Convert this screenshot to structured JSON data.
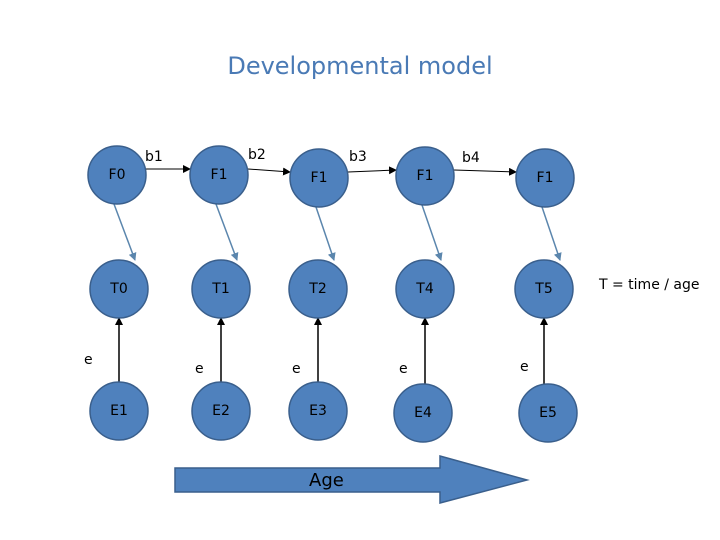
{
  "title": "Developmental model",
  "nodes": {
    "f": [
      "F0",
      "F1",
      "F1",
      "F1",
      "F1"
    ],
    "t": [
      "T0",
      "T1",
      "T2",
      "T4",
      "T5"
    ],
    "e": [
      "E1",
      "E2",
      "E3",
      "E4",
      "E5"
    ]
  },
  "error_labels": [
    "e",
    "e",
    "e",
    "e",
    "e"
  ],
  "b_labels": [
    "b1",
    "b2",
    "b3",
    "b4"
  ],
  "legend": "T = time / age",
  "age_arrow": {
    "label": "Age"
  },
  "colors": {
    "node_fill": "#4f81bd",
    "node_stroke": "#3a5f8c",
    "title": "#4a7ab5",
    "arrow_dark": "#000000",
    "arrow_steel": "#5b86ad"
  }
}
